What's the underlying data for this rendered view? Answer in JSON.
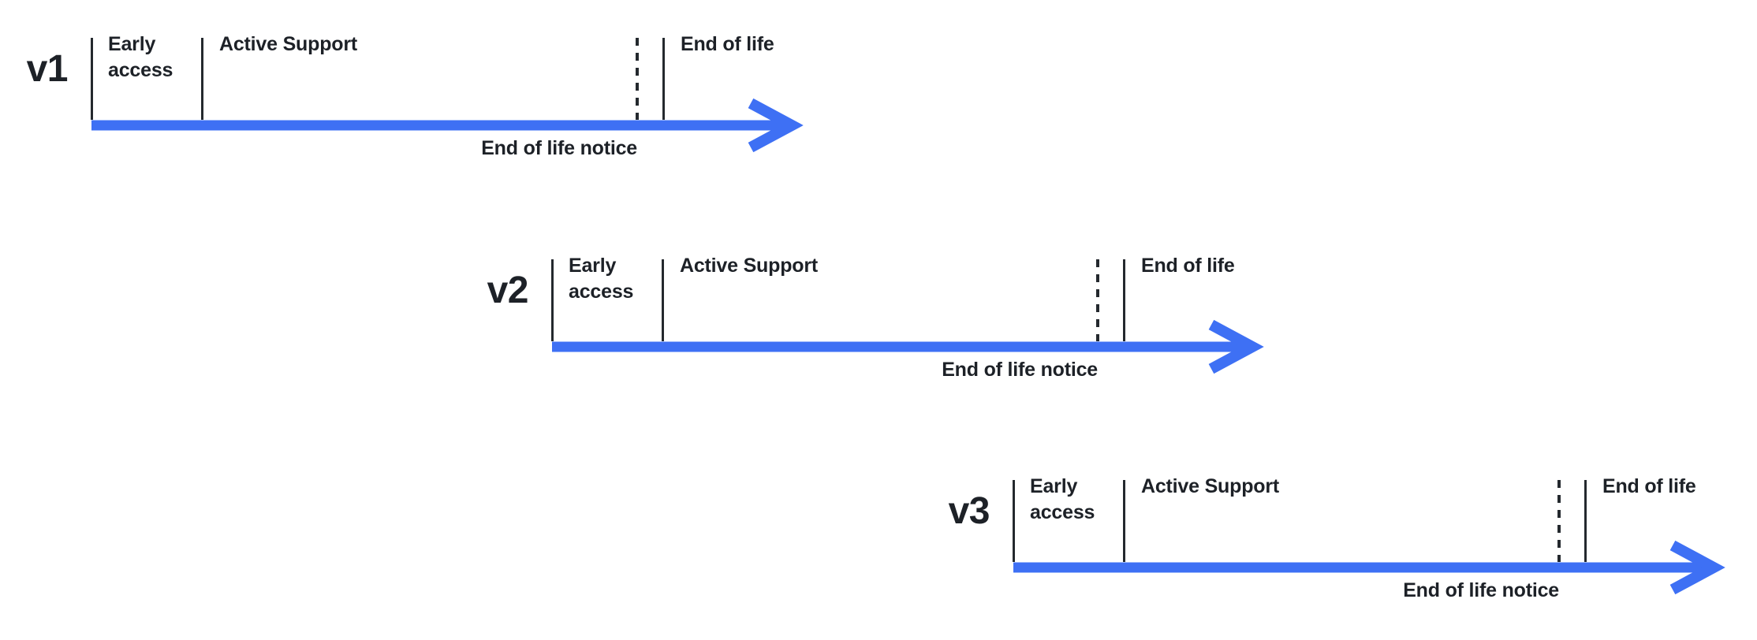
{
  "colors": {
    "arrow": "#3E70F4",
    "line": "#24292E",
    "text": "#1D2127",
    "background": "#FFFFFF"
  },
  "timelines": [
    {
      "version": "v1",
      "labels": {
        "early_access": "Early access",
        "active_support": "Active Support",
        "end_of_life": "End of life",
        "end_of_life_notice": "End of life notice"
      }
    },
    {
      "version": "v2",
      "labels": {
        "early_access": "Early access",
        "active_support": "Active Support",
        "end_of_life": "End of life",
        "end_of_life_notice": "End of life notice"
      }
    },
    {
      "version": "v3",
      "labels": {
        "early_access": "Early access",
        "active_support": "Active Support",
        "end_of_life": "End of life",
        "end_of_life_notice": "End of life notice"
      }
    }
  ]
}
